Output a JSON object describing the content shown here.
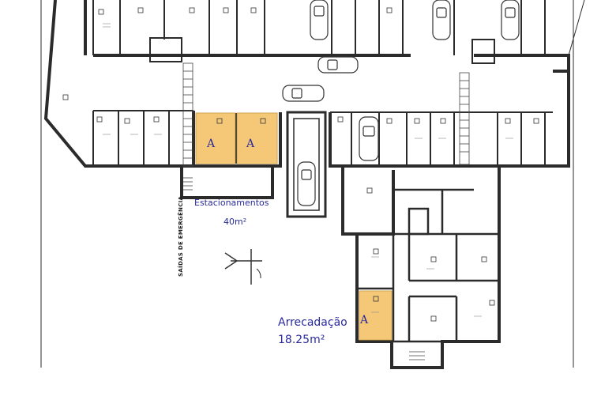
{
  "labels": {
    "parking": "Estacionamentos",
    "parking_area": "40m²",
    "storage": "Arrecadação",
    "storage_area": "18.25m²",
    "unit_marker": "A",
    "emergency_exits": "SAÍDAS DE EMERGÊNCIA"
  },
  "colors": {
    "highlight": "#f5c36a",
    "wall": "#2b2b2b",
    "label": "#2a2a9a"
  },
  "icons": {
    "north": "north-arrow-icon",
    "car": "car-icon",
    "stairs": "stairs-icon"
  }
}
